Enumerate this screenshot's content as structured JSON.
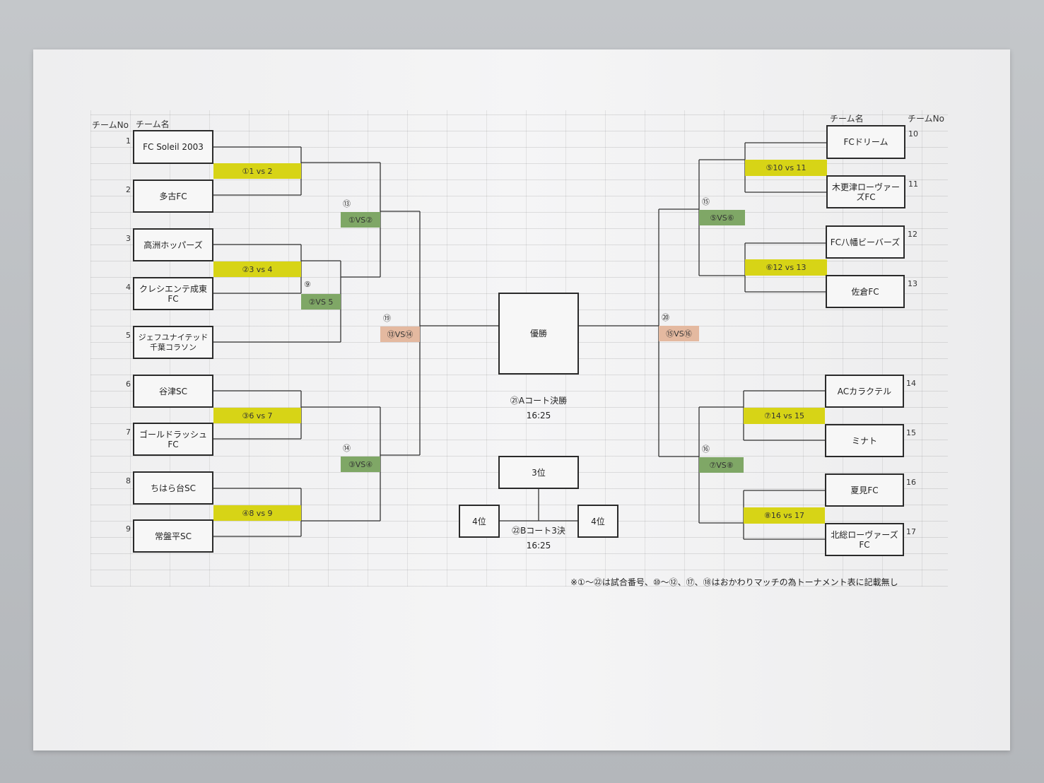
{
  "headers": {
    "left_no": "チームNo",
    "left_name": "チーム名",
    "right_name": "チーム名",
    "right_no": "チームNo"
  },
  "teams_left": [
    {
      "no": "1",
      "name": "FC Soleil 2003"
    },
    {
      "no": "2",
      "name": "多古FC"
    },
    {
      "no": "3",
      "name": "高洲ホッパーズ"
    },
    {
      "no": "4",
      "name": "クレシエンテ成東FC"
    },
    {
      "no": "5",
      "name": "ジェフユナイテッド千葉コラソン"
    },
    {
      "no": "6",
      "name": "谷津SC"
    },
    {
      "no": "7",
      "name": "ゴールドラッシュFC"
    },
    {
      "no": "8",
      "name": "ちはら台SC"
    },
    {
      "no": "9",
      "name": "常盤平SC"
    }
  ],
  "teams_right": [
    {
      "no": "10",
      "name": "FCドリーム"
    },
    {
      "no": "11",
      "name": "木更津ローヴァーズFC"
    },
    {
      "no": "12",
      "name": "FC八幡ビーバーズ"
    },
    {
      "no": "13",
      "name": "佐倉FC"
    },
    {
      "no": "14",
      "name": "ACカラクテル"
    },
    {
      "no": "15",
      "name": "ミナト"
    },
    {
      "no": "16",
      "name": "夏見FC"
    },
    {
      "no": "17",
      "name": "北総ローヴァーズFC"
    }
  ],
  "matches": {
    "m1": "①1 vs 2",
    "m2": "②3 vs 4",
    "m3": "③6 vs 7",
    "m4": "④8 vs 9",
    "m5": "⑤10 vs 11",
    "m6": "⑥12 vs 13",
    "m7": "⑦14 vs 15",
    "m8": "⑧16 vs 17",
    "m9_no": "⑨",
    "m9": "②VS 5",
    "m13_no": "⑬",
    "m13": "①VS②",
    "m14_no": "⑭",
    "m14": "③VS④",
    "m15_no": "⑮",
    "m15": "⑤VS⑥",
    "m16_no": "⑯",
    "m16": "⑦VS⑧",
    "m19_no": "⑲",
    "m19": "⑬VS⑭",
    "m20_no": "⑳",
    "m20": "⑮VS⑯"
  },
  "center": {
    "champion": "優勝",
    "final_label": "㉑Aコート決勝",
    "final_time": "16:25",
    "third": "3位",
    "fourth_left": "4位",
    "fourth_right": "4位",
    "third_label": "㉒Bコート3決",
    "third_time": "16:25"
  },
  "note": "※①～㉒は試合番号、⑩～⑫、⑰、⑱はおかわりマッチの為トーナメント表に記載無し",
  "colors": {
    "first_round": "#d7d416",
    "second_round": "#7fa766",
    "semi": "#e4b9a0"
  }
}
